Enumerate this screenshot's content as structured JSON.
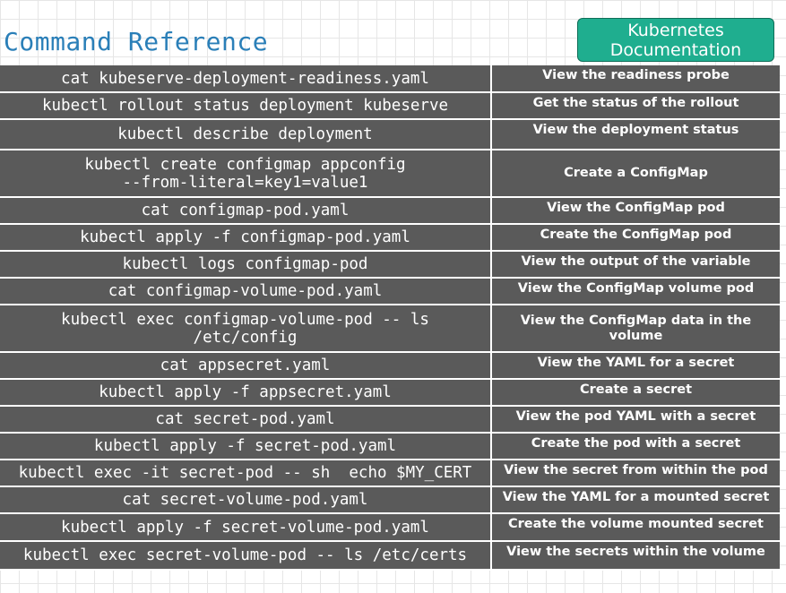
{
  "title": "Command Reference",
  "docs_button": {
    "line1": "Kubernetes",
    "line2": "Documentation"
  },
  "rows": [
    {
      "command": "cat kubeserve-deployment-readiness.yaml",
      "description": "View the readiness probe"
    },
    {
      "command": "kubectl rollout status deployment kubeserve",
      "description": "Get the status of the rollout"
    },
    {
      "command": "kubectl describe deployment",
      "description": "View the deployment status"
    },
    {
      "command": "kubectl create configmap appconfig\n--from-literal=key1=value1",
      "description": "Create a ConfigMap"
    },
    {
      "command": "cat configmap-pod.yaml",
      "description": "View the ConfigMap pod"
    },
    {
      "command": "kubectl apply -f configmap-pod.yaml",
      "description": "Create the ConfigMap pod"
    },
    {
      "command": "kubectl logs configmap-pod",
      "description": "View the output of the variable"
    },
    {
      "command": "cat configmap-volume-pod.yaml",
      "description": "View the ConfigMap volume pod"
    },
    {
      "command": "kubectl exec configmap-volume-pod -- ls\n/etc/config",
      "description": "View the ConfigMap data in the volume"
    },
    {
      "command": "cat appsecret.yaml",
      "description": "View the YAML for a secret"
    },
    {
      "command": "kubectl apply -f appsecret.yaml",
      "description": "Create a secret"
    },
    {
      "command": "cat secret-pod.yaml",
      "description": "View the pod YAML with a secret"
    },
    {
      "command": "kubectl apply -f secret-pod.yaml",
      "description": "Create the pod with a secret"
    },
    {
      "command": "kubectl exec -it secret-pod -- sh  echo $MY_CERT",
      "description": "View the secret from within the pod"
    },
    {
      "command": "cat secret-volume-pod.yaml",
      "description": "View the YAML for a mounted secret"
    },
    {
      "command": "kubectl apply -f secret-volume-pod.yaml",
      "description": "Create the volume mounted secret"
    },
    {
      "command": "kubectl exec secret-volume-pod -- ls /etc/certs",
      "description": "View the secrets within the volume"
    }
  ]
}
